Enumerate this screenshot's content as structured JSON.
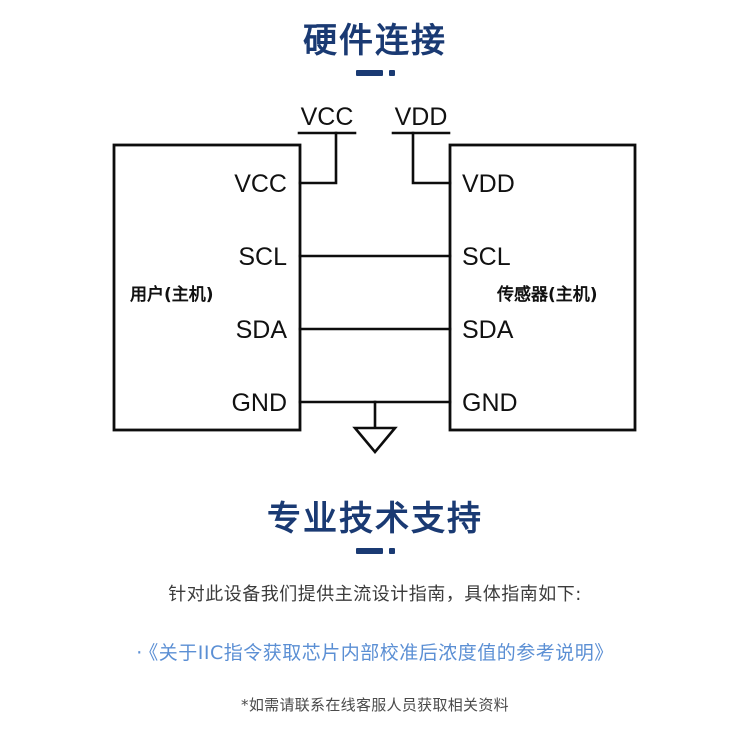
{
  "sections": {
    "hardware": {
      "heading": "硬件连接"
    },
    "support": {
      "heading": "专业技术支持",
      "intro": "针对此设备我们提供主流设计指南，具体指南如下:",
      "bullet": "·",
      "link_text": "《关于IIC指令获取芯片内部校准后浓度值的参考说明》",
      "note": "*如需请联系在线客服人员获取相关资料"
    }
  },
  "diagram": {
    "rails": {
      "left_rail": "VCC",
      "right_rail": "VDD"
    },
    "left_device": {
      "name": "用户(主机)",
      "pins": [
        "VCC",
        "SCL",
        "SDA",
        "GND"
      ]
    },
    "right_device": {
      "name": "传感器(主机)",
      "pins": [
        "VDD",
        "SCL",
        "SDA",
        "GND"
      ]
    },
    "ground_symbol": "earth-ground"
  },
  "colors": {
    "heading": "#1a3a73",
    "link": "#5b8fd4",
    "body_text": "#3b3b3b",
    "diagram_stroke": "#0d0d0d",
    "background": "#ffffff"
  }
}
